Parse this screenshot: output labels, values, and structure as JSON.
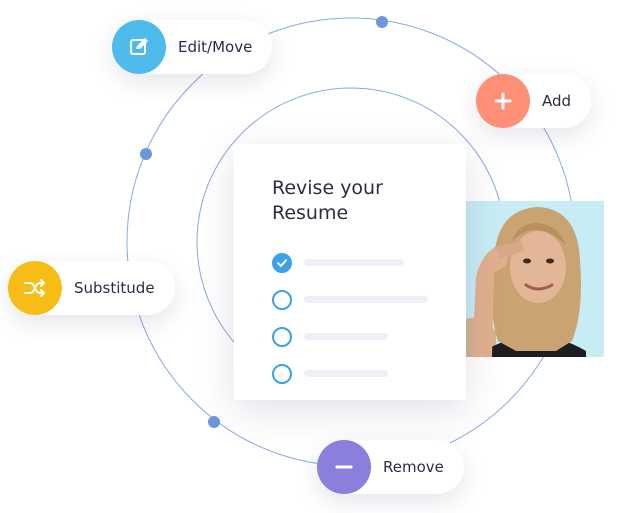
{
  "card": {
    "title": "Revise your Resume",
    "tasks": [
      {
        "checked": true,
        "line_fraction": 1.0
      },
      {
        "checked": false,
        "line_fraction": 1.24
      },
      {
        "checked": false,
        "line_fraction": 0.84
      },
      {
        "checked": false,
        "line_fraction": 0.84
      }
    ]
  },
  "actions": {
    "edit_move": {
      "label": "Edit/Move",
      "icon": "edit-icon",
      "color": "#4dbcec"
    },
    "add": {
      "label": "Add",
      "icon": "plus-icon",
      "color": "#ff8f76"
    },
    "substitude": {
      "label": "Substitude",
      "icon": "shuffle-icon",
      "color": "#f6bd16"
    },
    "remove": {
      "label": "Remove",
      "icon": "minus-icon",
      "color": "#8a80dc"
    }
  },
  "colors": {
    "orbit": "#8aa9de",
    "orbit_dot": "#6e97d9",
    "check": "#3aa2e8"
  }
}
